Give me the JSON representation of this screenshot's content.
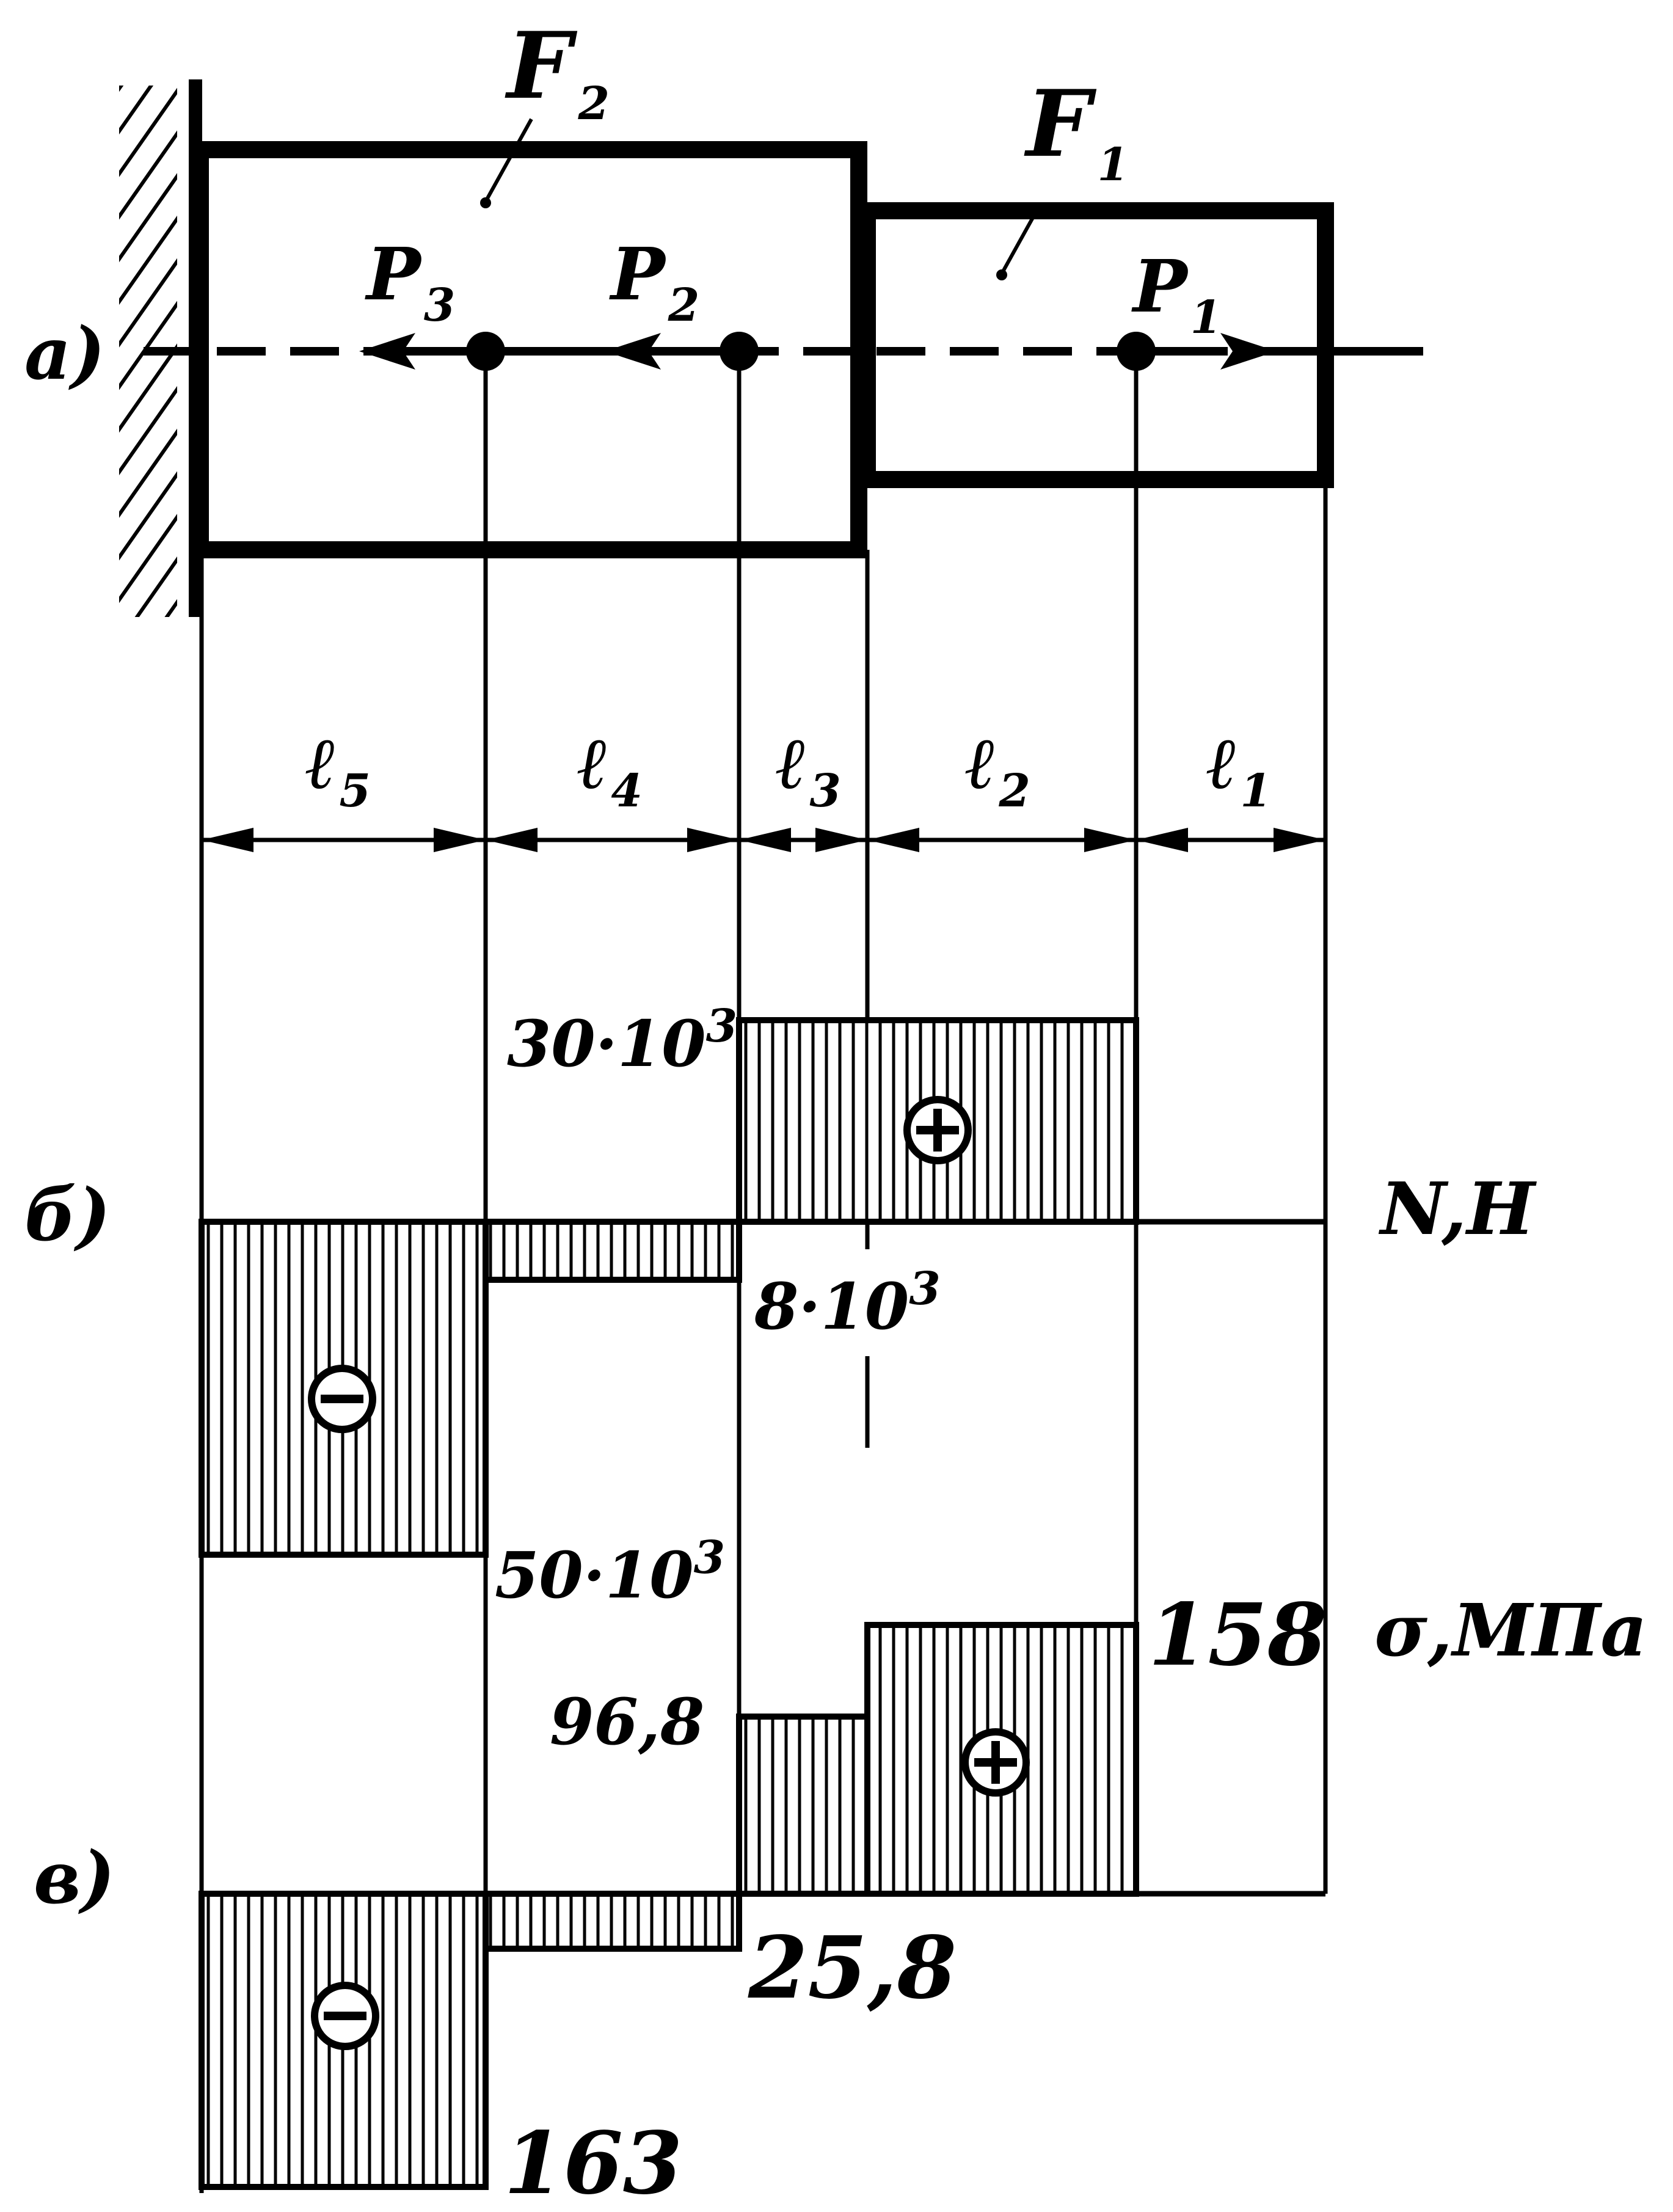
{
  "panels": {
    "a": "а)",
    "b": "б)",
    "v": "в)"
  },
  "areas": {
    "F1": {
      "letter": "F",
      "sub": "1"
    },
    "F2": {
      "letter": "F",
      "sub": "2"
    }
  },
  "loads": {
    "P1": {
      "letter": "P",
      "sub": "1"
    },
    "P2": {
      "letter": "P",
      "sub": "2"
    },
    "P3": {
      "letter": "P",
      "sub": "3"
    }
  },
  "lengths": [
    {
      "id": "l5",
      "letter": "ℓ",
      "sub": "5"
    },
    {
      "id": "l4",
      "letter": "ℓ",
      "sub": "4"
    },
    {
      "id": "l3",
      "letter": "ℓ",
      "sub": "3"
    },
    {
      "id": "l2",
      "letter": "ℓ",
      "sub": "2"
    },
    {
      "id": "l1",
      "letter": "ℓ",
      "sub": "1"
    }
  ],
  "diagram_N": {
    "axis_label": "N,H",
    "values": {
      "pos": {
        "mant": "30·10",
        "exp": "3"
      },
      "neg_small": {
        "mant": "8·10",
        "exp": "3"
      },
      "neg_large": {
        "mant": "50·10",
        "exp": "3"
      }
    },
    "sign_plus": "+",
    "sign_minus": "−"
  },
  "diagram_sigma": {
    "axis_label": "σ,МПа",
    "values": {
      "s2": "158",
      "s3": "96,8",
      "s4": "25,8",
      "s5": "163"
    },
    "sign_plus": "+",
    "sign_minus": "−"
  }
}
